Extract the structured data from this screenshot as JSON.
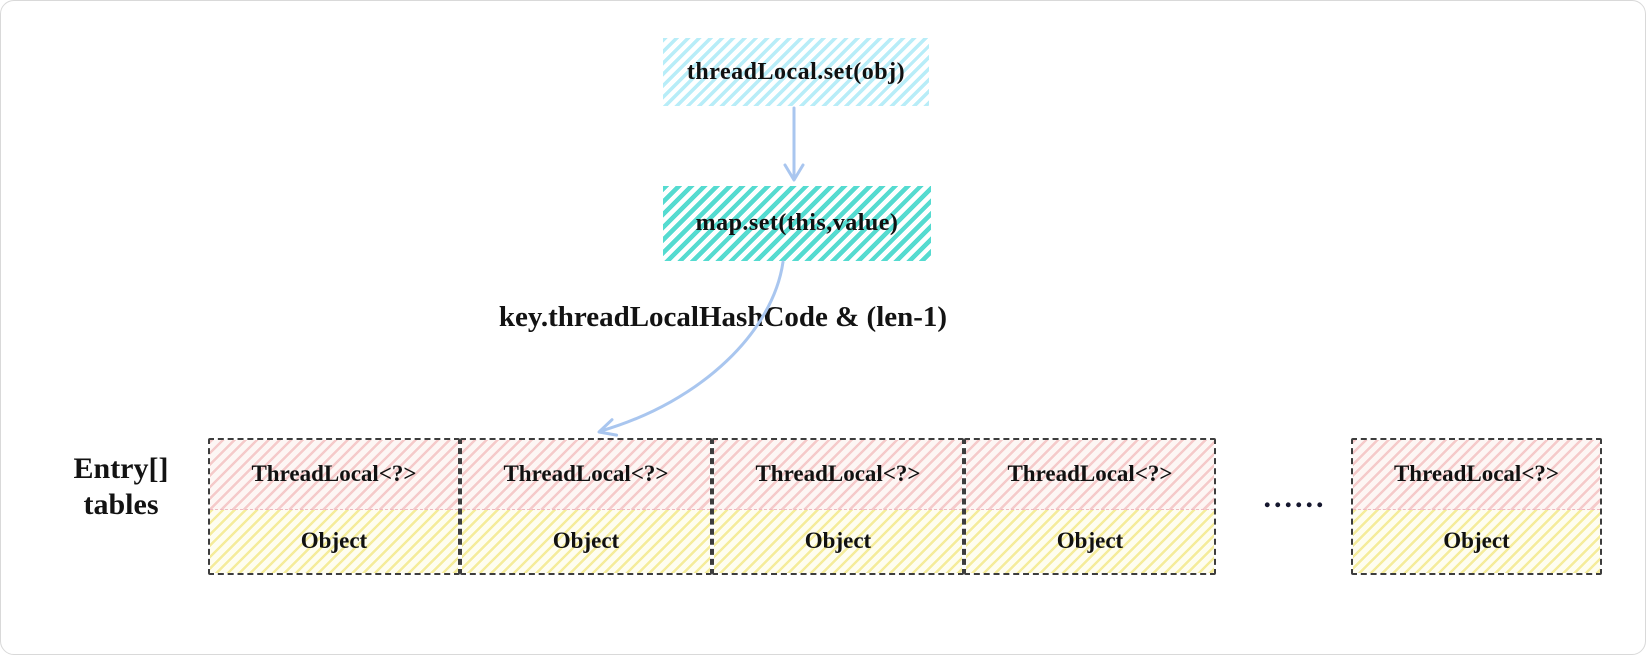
{
  "diagram": {
    "flow": {
      "step1_label": "threadLocal.set(obj)",
      "step2_label": "map.set(this,value)",
      "hash_label": "key.threadLocalHashCode & (len-1)"
    },
    "array": {
      "label_line1": "Entry[]",
      "label_line2": "tables",
      "ellipsis": "......",
      "cells": [
        {
          "key": "ThreadLocal<?>",
          "value": "Object"
        },
        {
          "key": "ThreadLocal<?>",
          "value": "Object"
        },
        {
          "key": "ThreadLocal<?>",
          "value": "Object"
        },
        {
          "key": "ThreadLocal<?>",
          "value": "Object"
        },
        {
          "key": "ThreadLocal<?>",
          "value": "Object"
        }
      ]
    },
    "colors": {
      "step1_hatch": "#b8edf8",
      "step2_hatch": "#55dbd0",
      "cell_key_hatch": "#f5caca",
      "cell_value_hatch": "#f5ec9b",
      "arrow": "#a9c6ef",
      "cell_border": "#3d3d3d",
      "text": "#111111",
      "page_border": "#d9d9d9"
    }
  }
}
